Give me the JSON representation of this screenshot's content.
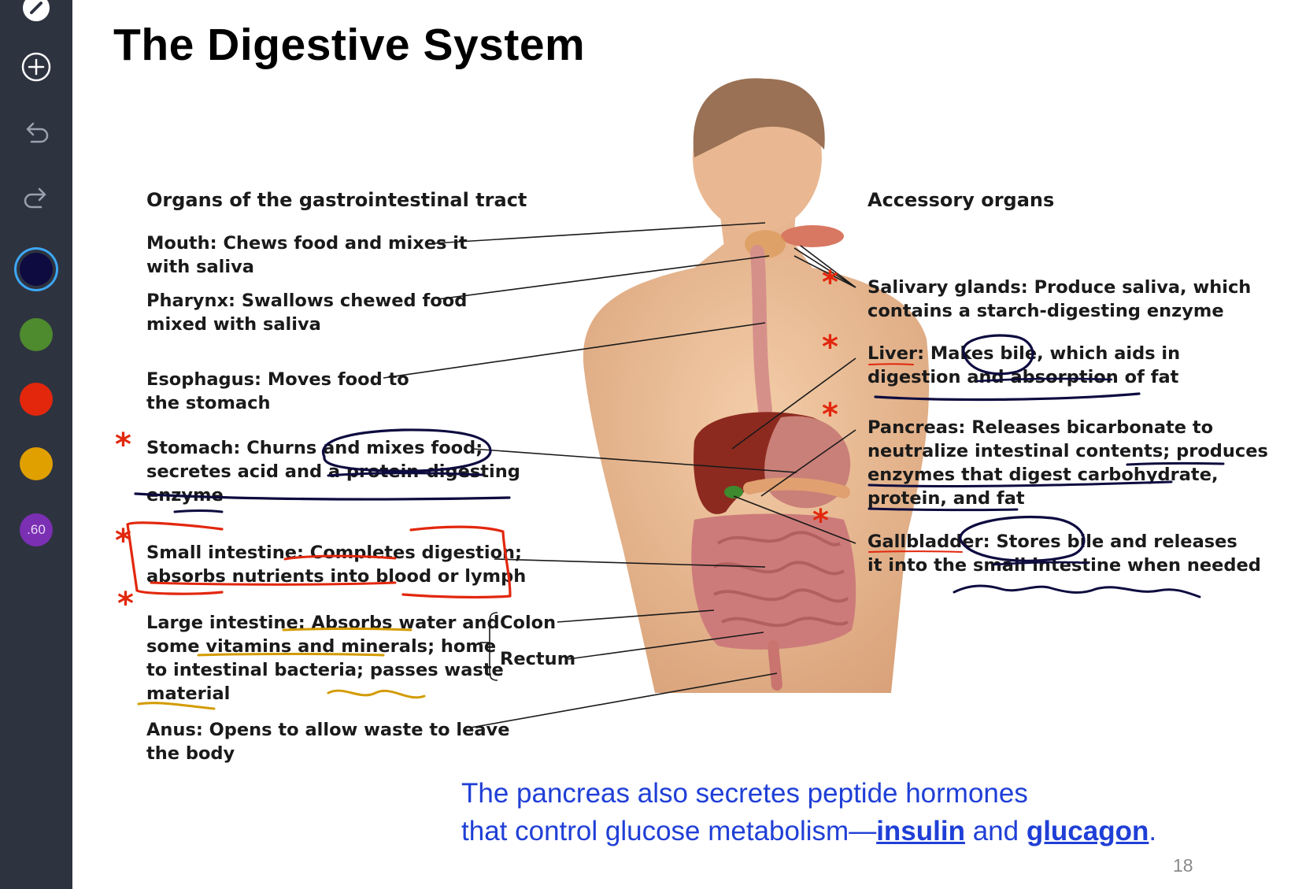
{
  "toolbar": {
    "tools": [
      {
        "name": "pencil-icon"
      },
      {
        "name": "add-icon"
      },
      {
        "name": "undo-icon"
      },
      {
        "name": "redo-icon"
      }
    ],
    "colors": [
      "#0d0b3f",
      "#4e8a2e",
      "#e2270d",
      "#e0a000"
    ],
    "selected_color": "#0d0b3f",
    "size_label": ".60"
  },
  "slide": {
    "title": "The Digestive System",
    "left_heading": "Organs of the gastrointestinal tract",
    "right_heading": "Accessory organs",
    "mouth": [
      "Mouth: Chews food and mixes it",
      "with saliva"
    ],
    "pharynx": [
      "Pharynx: Swallows chewed food",
      "mixed with saliva"
    ],
    "esophagus": [
      "Esophagus: Moves food to",
      "the stomach"
    ],
    "stomach": [
      "Stomach: Churns and mixes food;",
      "secretes acid and a protein-digesting",
      "enzyme"
    ],
    "small_intestine": [
      "Small intestine: Completes digestion;",
      "absorbs nutrients into blood or lymph"
    ],
    "large_intestine": [
      "Large intestine: Absorbs water and",
      "some vitamins and minerals; home",
      "to intestinal bacteria; passes waste",
      "material"
    ],
    "colon": "Colon",
    "rectum": "Rectum",
    "anus": [
      "Anus: Opens to allow waste to leave",
      "the body"
    ],
    "salivary": [
      "Salivary glands: Produce saliva, which",
      "contains a starch-digesting enzyme"
    ],
    "liver": [
      "Liver: Makes bile, which aids in",
      "digestion and absorption of fat"
    ],
    "pancreas": [
      "Pancreas: Releases bicarbonate to",
      "neutralize intestinal contents; produces",
      "enzymes that digest carbohydrate,",
      "protein, and fat"
    ],
    "gallbladder": [
      "Gallbladder: Stores bile and releases",
      "it into the small intestine when needed"
    ],
    "note_line1": "The pancreas also secretes peptide hormones",
    "note_line2_pre": "that control glucose metabolism—",
    "note_insulin": "insulin",
    "note_and": " and ",
    "note_glucagon": "glucagon",
    "note_end": ".",
    "page_number": "18"
  },
  "annotation_colors": {
    "red": "#e2270d",
    "navy": "#0d0b3f",
    "gold": "#d39b00"
  }
}
